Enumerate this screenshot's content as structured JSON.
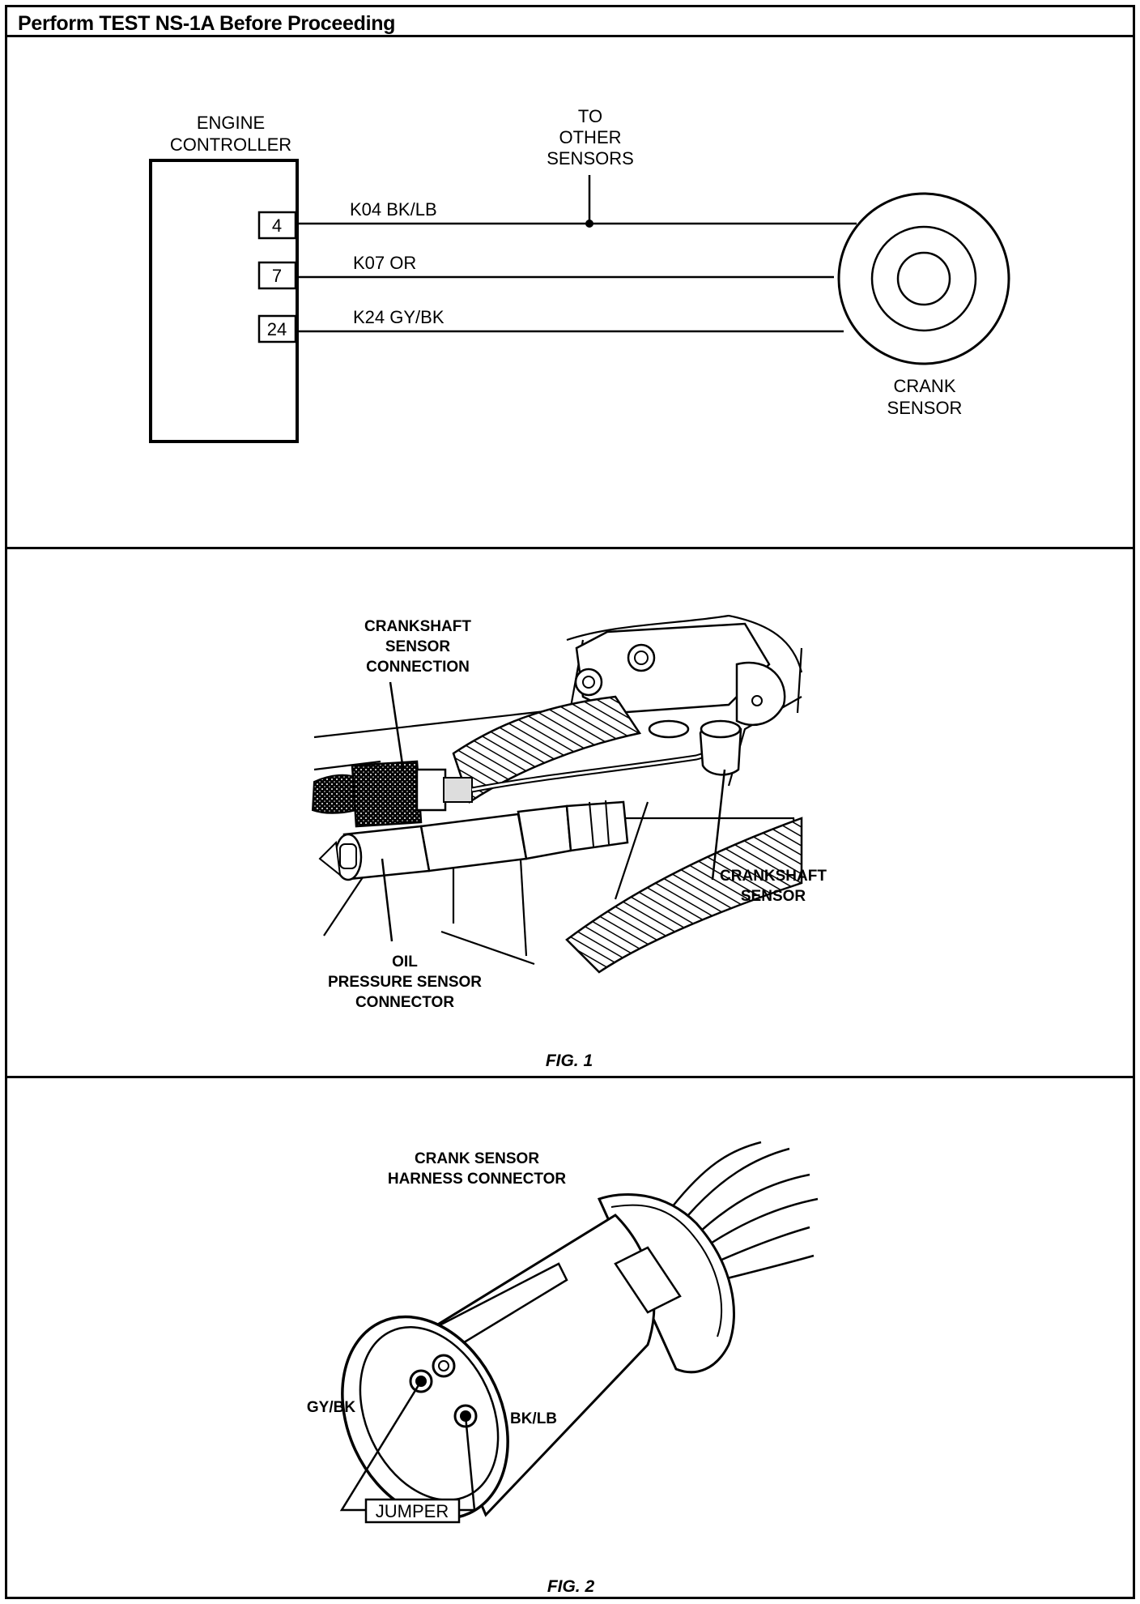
{
  "header": {
    "title": "Perform TEST NS-1A Before Proceeding"
  },
  "panel1": {
    "engine_controller_line1": "ENGINE",
    "engine_controller_line2": "CONTROLLER",
    "pins": [
      "4",
      "7",
      "24"
    ],
    "wires": [
      "K04 BK/LB",
      "K07 OR",
      "K24 GY/BK"
    ],
    "to_line1": "TO",
    "to_line2": "OTHER",
    "to_line3": "SENSORS",
    "crank_line1": "CRANK",
    "crank_line2": "SENSOR"
  },
  "panel2": {
    "conn_line1": "CRANKSHAFT",
    "conn_line2": "SENSOR",
    "conn_line3": "CONNECTION",
    "crank_line1": "CRANKSHAFT",
    "crank_line2": "SENSOR",
    "oil_line1": "OIL",
    "oil_line2": "PRESSURE SENSOR",
    "oil_line3": "CONNECTOR",
    "caption": "FIG. 1"
  },
  "panel3": {
    "title_line1": "CRANK SENSOR",
    "title_line2": "HARNESS CONNECTOR",
    "gybk": "GY/BK",
    "bklb": "BK/LB",
    "jumper": "JUMPER",
    "caption": "FIG. 2"
  }
}
